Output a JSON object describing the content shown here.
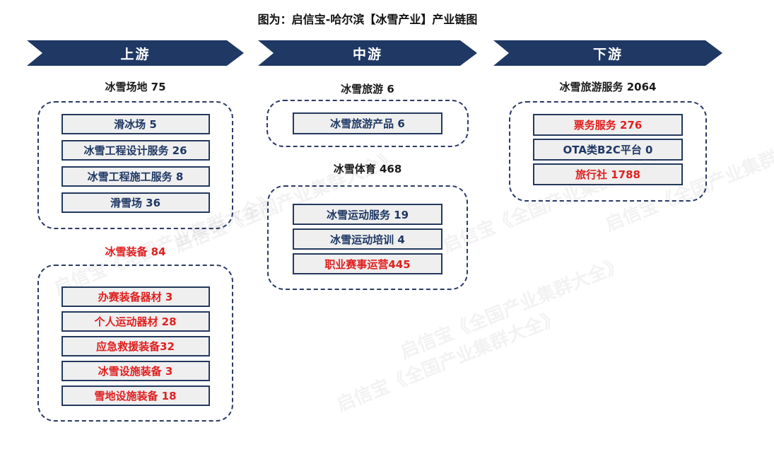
{
  "title": "图为：启信宝-哈尔滨【冰雪产业】产业链图",
  "watermark_text": "启信宝《全国产业集群大全》",
  "colors": {
    "navy": "#1f3864",
    "red": "#e01f1f",
    "dark_text": "#1f3864",
    "header_text": "#1a1a1a",
    "item_bg": "#efefef",
    "dashed_border": "#2b3a66"
  },
  "stages": [
    {
      "label": "上游",
      "groups": [
        {
          "title": "冰雪场地 75",
          "title_color": "#1a1a1a",
          "items": [
            {
              "label": "滑冰场 5",
              "color": "#1f3864"
            },
            {
              "label": "冰雪工程设计服务 26",
              "color": "#1f3864"
            },
            {
              "label": "冰雪工程施工服务 8",
              "color": "#1f3864"
            },
            {
              "label": "滑雪场 36",
              "color": "#1f3864"
            }
          ]
        },
        {
          "title": "冰雪装备 84",
          "title_color": "#e01f1f",
          "items": [
            {
              "label": "办赛装备器材 3",
              "color": "#e01f1f"
            },
            {
              "label": "个人运动器材 28",
              "color": "#e01f1f"
            },
            {
              "label": "应急救援装备32",
              "color": "#e01f1f"
            },
            {
              "label": "冰雪设施装备 3",
              "color": "#e01f1f"
            },
            {
              "label": "雪地设施装备 18",
              "color": "#e01f1f"
            }
          ]
        }
      ]
    },
    {
      "label": "中游",
      "groups": [
        {
          "title": "冰雪旅游 6",
          "title_color": "#1a1a1a",
          "items": [
            {
              "label": "冰雪旅游产品 6",
              "color": "#1f3864"
            }
          ]
        },
        {
          "title": "冰雪体育 468",
          "title_color": "#1a1a1a",
          "items": [
            {
              "label": "冰雪运动服务 19",
              "color": "#1f3864"
            },
            {
              "label": "冰雪运动培训 4",
              "color": "#1f3864"
            },
            {
              "label": "职业赛事运营445",
              "color": "#e01f1f"
            }
          ]
        }
      ]
    },
    {
      "label": "下游",
      "groups": [
        {
          "title": "冰雪旅游服务 2064",
          "title_color": "#1a1a1a",
          "items": [
            {
              "label": "票务服务 276",
              "color": "#e01f1f"
            },
            {
              "label": "OTA类B2C平台 0",
              "color": "#1f3864"
            },
            {
              "label": "旅行社 1788",
              "color": "#e01f1f"
            }
          ]
        }
      ]
    }
  ]
}
